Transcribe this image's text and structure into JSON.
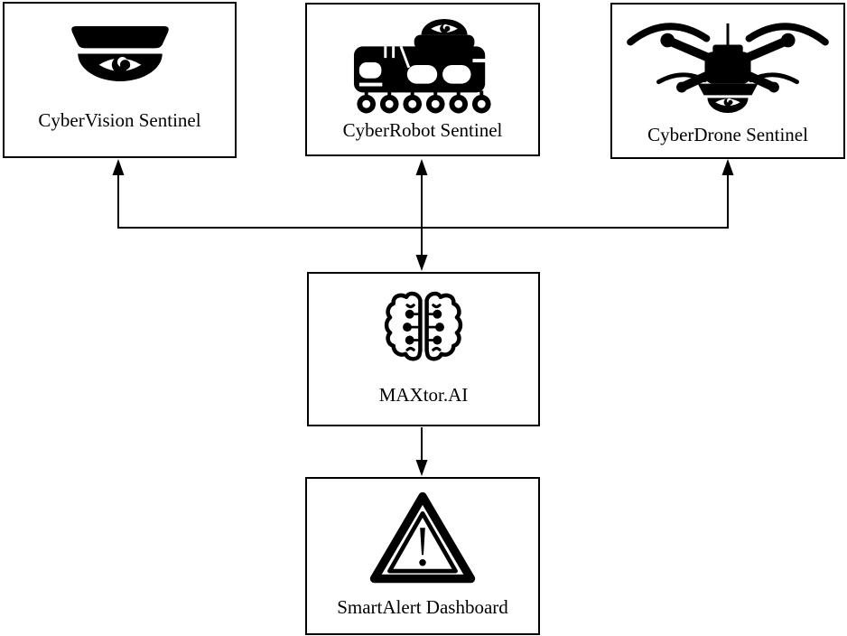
{
  "diagram": {
    "title": "",
    "colors": {
      "ink": "#000000",
      "background": "#ffffff"
    },
    "nodes": [
      {
        "id": "vision",
        "label": "CyberVision Sentinel",
        "icon": "security-camera-icon"
      },
      {
        "id": "robot",
        "label": "CyberRobot Sentinel",
        "icon": "robot-rover-icon"
      },
      {
        "id": "drone",
        "label": "CyberDrone Sentinel",
        "icon": "drone-icon"
      },
      {
        "id": "ai",
        "label": "MAXtor.AI",
        "icon": "brain-circuit-icon"
      },
      {
        "id": "alert",
        "label": "SmartAlert Dashboard",
        "icon": "warning-triangle-icon"
      }
    ],
    "edges": [
      {
        "from": "ai",
        "to": "vision",
        "style": "elbow",
        "arrowheads": [
          "to"
        ]
      },
      {
        "from": "ai",
        "to": "robot",
        "style": "straight",
        "arrowheads": [
          "to",
          "from"
        ]
      },
      {
        "from": "ai",
        "to": "drone",
        "style": "elbow",
        "arrowheads": [
          "to"
        ]
      },
      {
        "from": "ai",
        "to": "alert",
        "style": "straight",
        "arrowheads": [
          "to"
        ]
      }
    ]
  }
}
